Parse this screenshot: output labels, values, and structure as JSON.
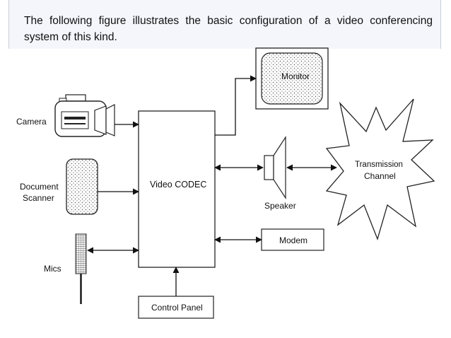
{
  "caption": "The following figure illustrates the basic configuration of a video conferencing system of this kind.",
  "diagram": {
    "codec_label": "Video CODEC",
    "monitor_label": "Monitor",
    "camera_label": "Camera",
    "scanner_label_line1": "Document",
    "scanner_label_line2": "Scanner",
    "mics_label": "Mics",
    "speaker_label": "Speaker",
    "modem_label": "Modem",
    "control_panel_label": "Control Panel",
    "channel_label_line1": "Transmission",
    "channel_label_line2": "Channel"
  }
}
